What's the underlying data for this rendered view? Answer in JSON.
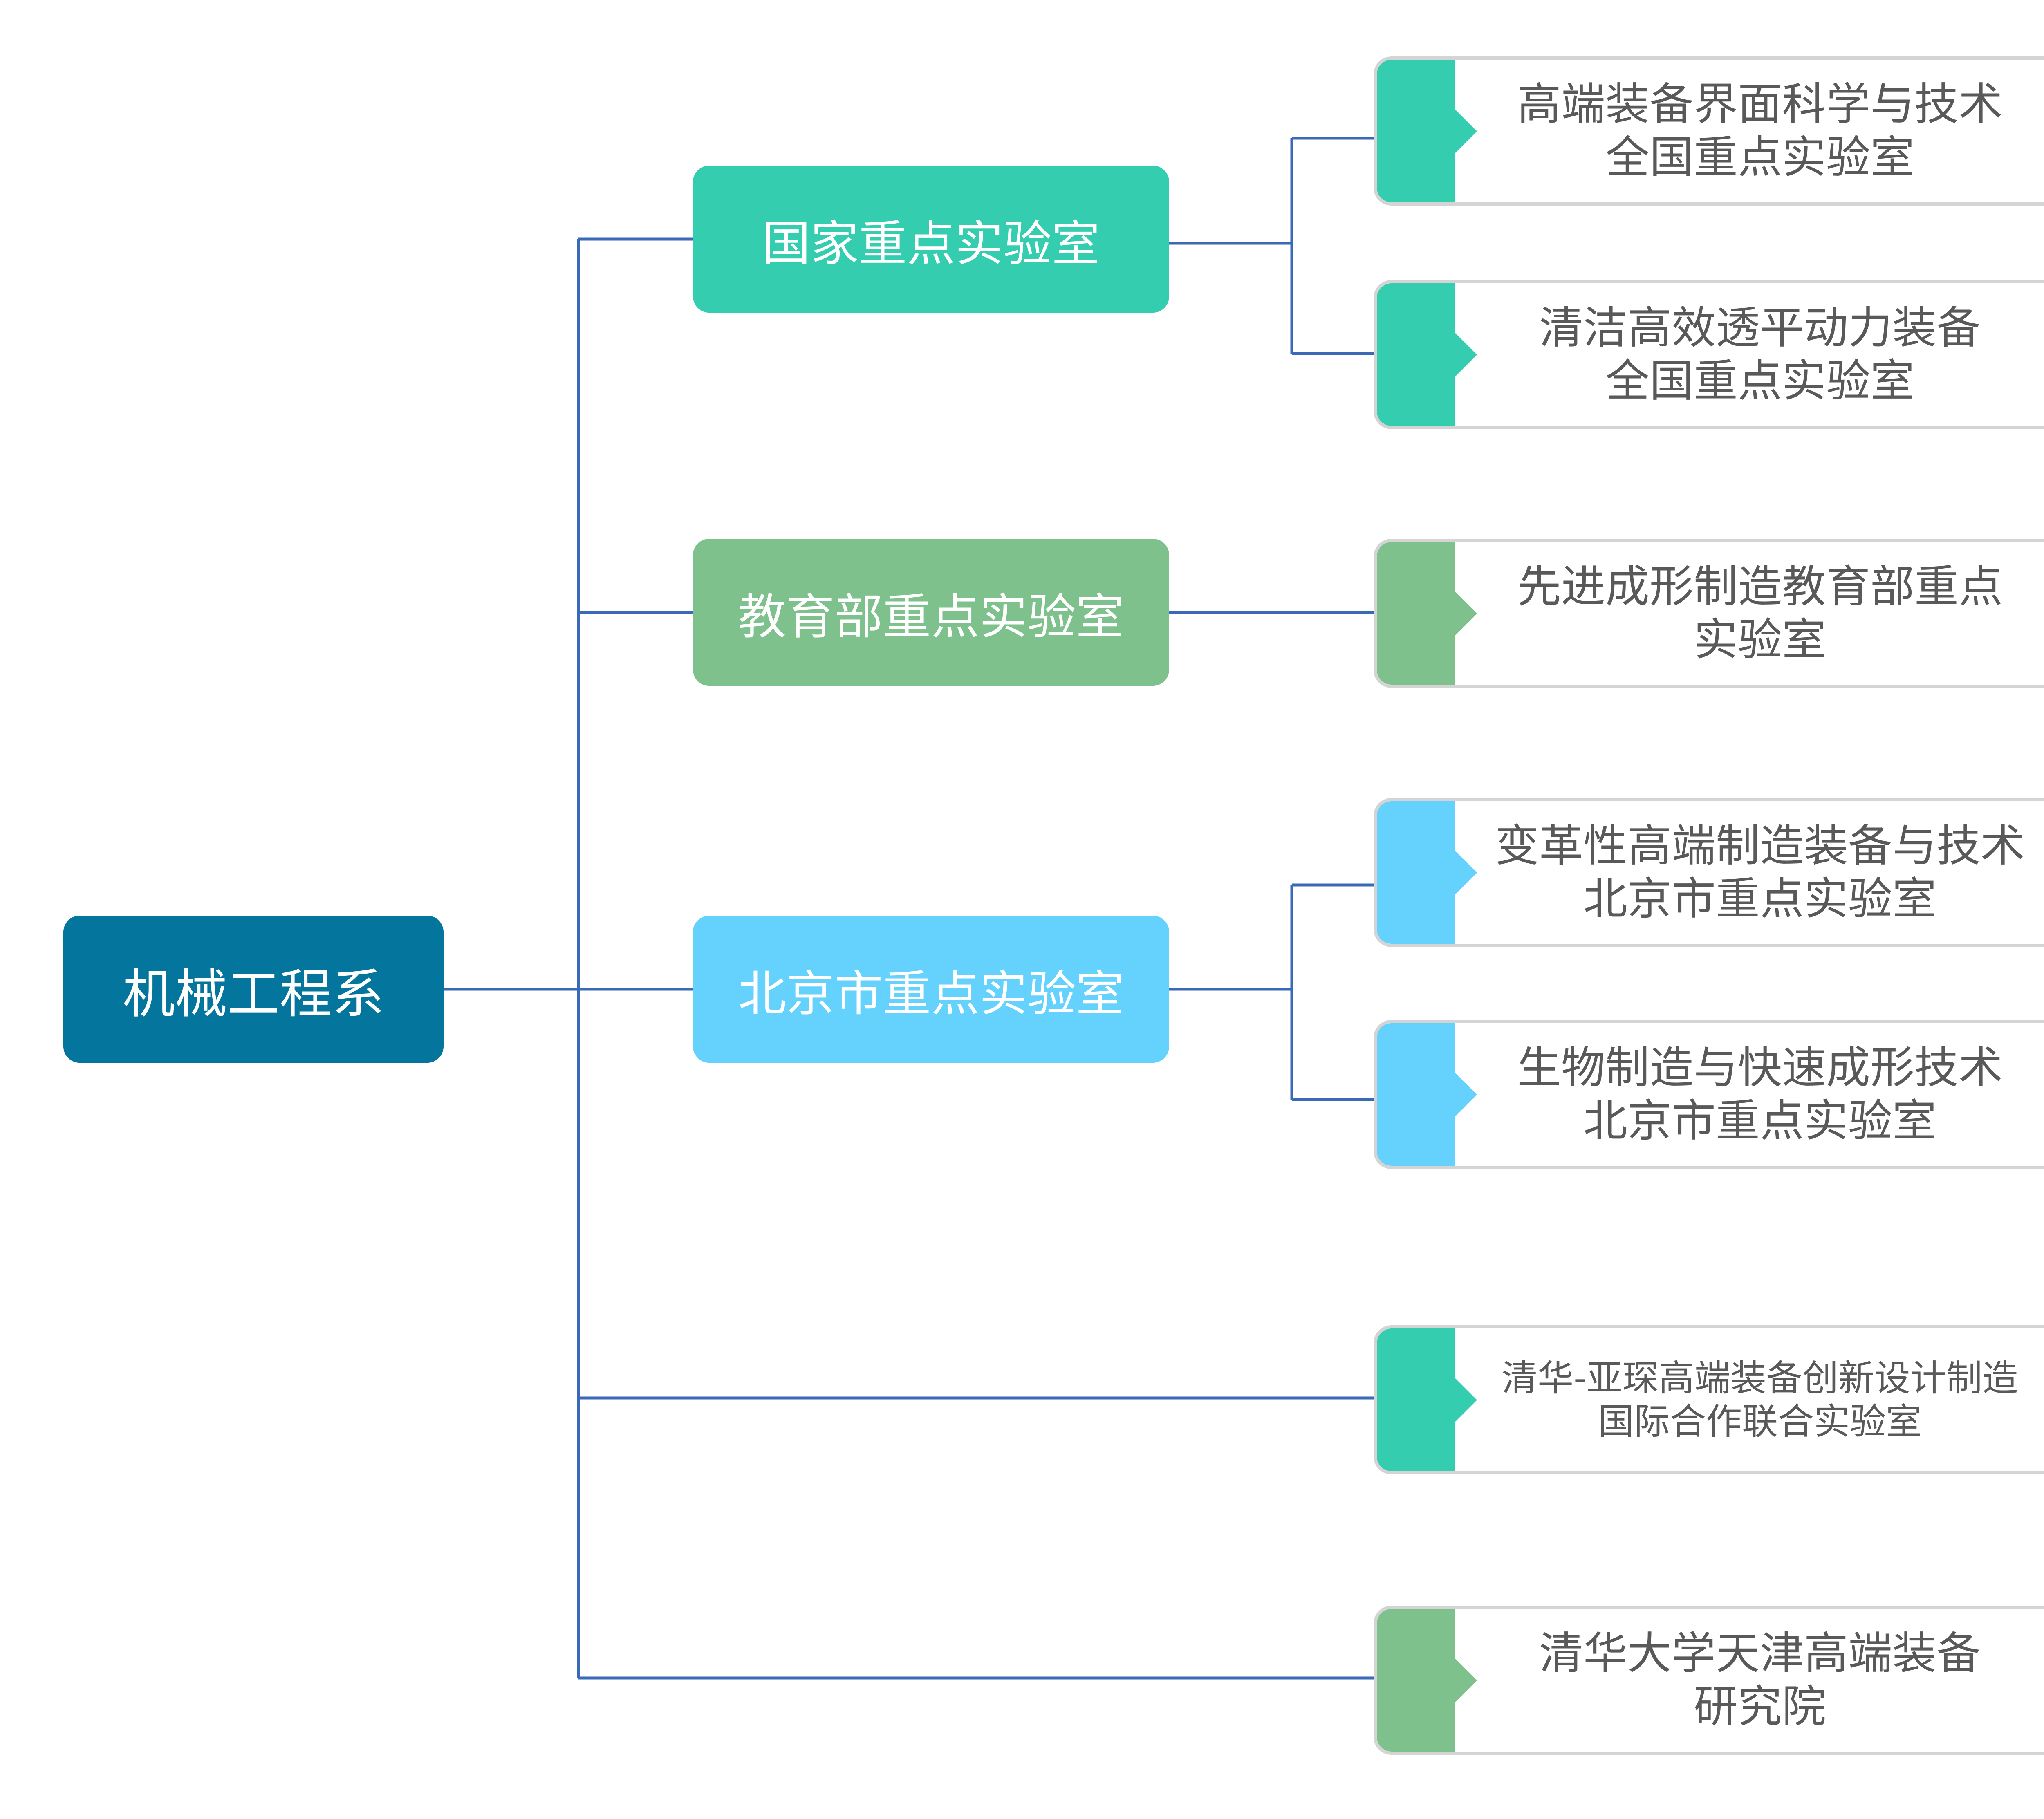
{
  "colors": {
    "line": "#3a69b8",
    "root": "#04759c",
    "teal": "#35cdb0",
    "green": "#7ec18d",
    "blue": "#65d1fd",
    "leaf_text": "#595959",
    "leaf_border": "#d4d4d4"
  },
  "root": {
    "label": "机械工程系"
  },
  "categories": [
    {
      "label": "国家重点实验室",
      "color": "teal"
    },
    {
      "label": "教育部重点实验室",
      "color": "green"
    },
    {
      "label": "北京市重点实验室",
      "color": "blue"
    }
  ],
  "labs": [
    {
      "line1": "高端装备界面科学与技术",
      "line2": "全国重点实验室",
      "color": "teal"
    },
    {
      "line1": "清洁高效透平动力装备",
      "line2": "全国重点实验室",
      "color": "teal"
    },
    {
      "line1": "先进成形制造教育部重点",
      "line2": "实验室",
      "color": "green"
    },
    {
      "line1": "变革性高端制造装备与技术",
      "line2": "北京市重点实验室",
      "color": "blue"
    },
    {
      "line1": "生物制造与快速成形技术",
      "line2": "北京市重点实验室",
      "color": "blue"
    },
    {
      "line1": "清华-亚琛高端装备创新设计制造",
      "line2": "国际合作联合实验室",
      "color": "teal"
    },
    {
      "line1": "清华大学天津高端装备",
      "line2": "研究院",
      "color": "green"
    }
  ]
}
